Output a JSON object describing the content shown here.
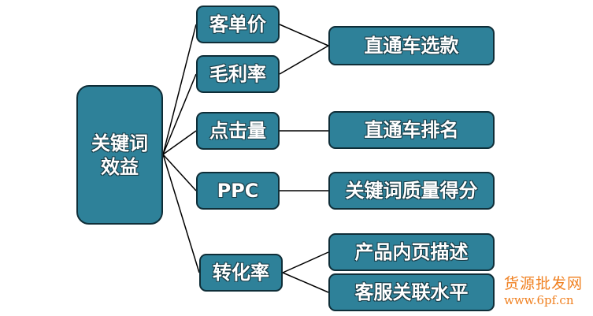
{
  "root": {
    "label": "关键词效益"
  },
  "factors": [
    {
      "label": "客单价"
    },
    {
      "label": "毛利率"
    },
    {
      "label": "点击量"
    },
    {
      "label": "PPC"
    },
    {
      "label": "转化率"
    }
  ],
  "outcomes": [
    {
      "label": "直通车选款"
    },
    {
      "label": "直通车排名"
    },
    {
      "label": "关键词质量得分"
    },
    {
      "label": "产品内页描述"
    },
    {
      "label": "客服关联水平"
    }
  ],
  "watermark": {
    "name": "货源批发网",
    "url": "www.6pf.cn"
  },
  "colors": {
    "box": "#2e8199",
    "border": "#0f2e38",
    "watermark": "#f08020"
  }
}
